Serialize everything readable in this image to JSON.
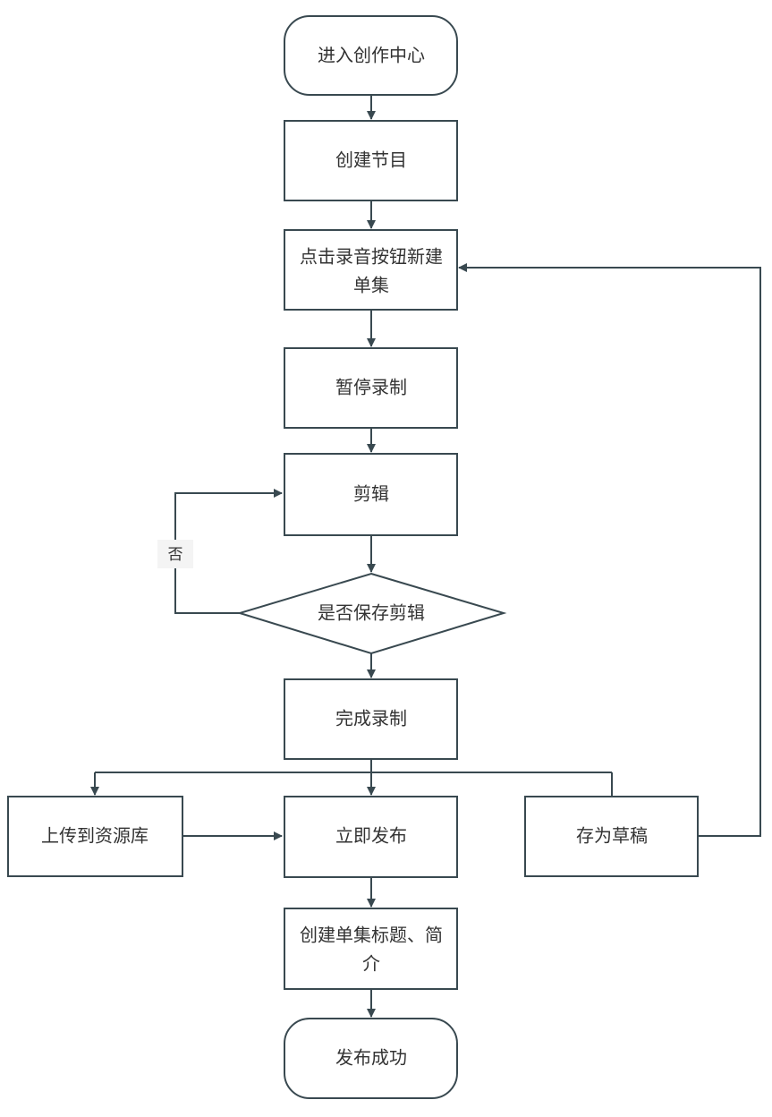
{
  "nodes": {
    "start": "进入创作中心",
    "create_program": "创建节目",
    "record_line1": "点击录音按钮新建",
    "record_line2": "单集",
    "pause": "暂停录制",
    "edit": "剪辑",
    "decision": "是否保存剪辑",
    "finish": "完成录制",
    "upload": "上传到资源库",
    "publish": "立即发布",
    "draft": "存为草稿",
    "title_line1": "创建单集标题、简",
    "title_line2": "介",
    "end": "发布成功"
  },
  "edge_labels": {
    "no": "否"
  },
  "colors": {
    "stroke": "#394950",
    "text": "#333333",
    "background": "#ffffff"
  }
}
